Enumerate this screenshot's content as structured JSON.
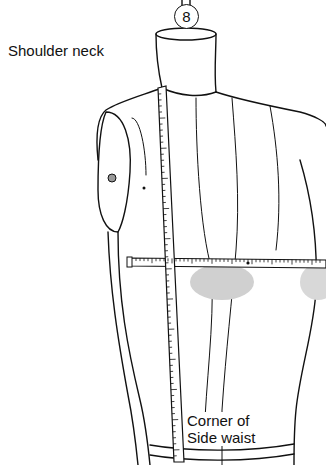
{
  "diagram": {
    "nodes": [
      {
        "text": [
          "8"
        ]
      }
    ],
    "labels": [
      "Shoulder neck",
      "Corner of Side waist"
    ]
  }
}
